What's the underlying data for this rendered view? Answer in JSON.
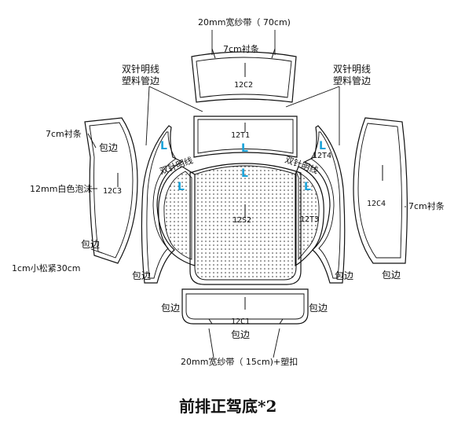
{
  "title": "前排正驾底*2",
  "parts": {
    "c2": "12C2",
    "t1": "12T1",
    "s2": "12S2",
    "c3": "12C3",
    "t3": "12T3",
    "t4": "12T4",
    "c4": "12C4",
    "c1": "12C1"
  },
  "labels": {
    "top_tape": "20mm宽纱带（ 70cm)",
    "top_liner": "7cm衬条",
    "double_needle_left_1": "双针明线",
    "double_needle_left_2": "塑料管边",
    "double_needle_right_1": "双针明线",
    "double_needle_right_2": "塑料管边",
    "left_liner": "7cm衬条",
    "right_liner": "7cm衬条",
    "foam": "12mm白色泡沫",
    "elastic": "1cm小松紧30cm",
    "bottom_tape": "20mm宽纱带（ 15cm)+塑扣",
    "stitch_left": "双针明线",
    "stitch_right": "双针明线"
  },
  "binding_label": "包边",
  "grain_mark": "L"
}
